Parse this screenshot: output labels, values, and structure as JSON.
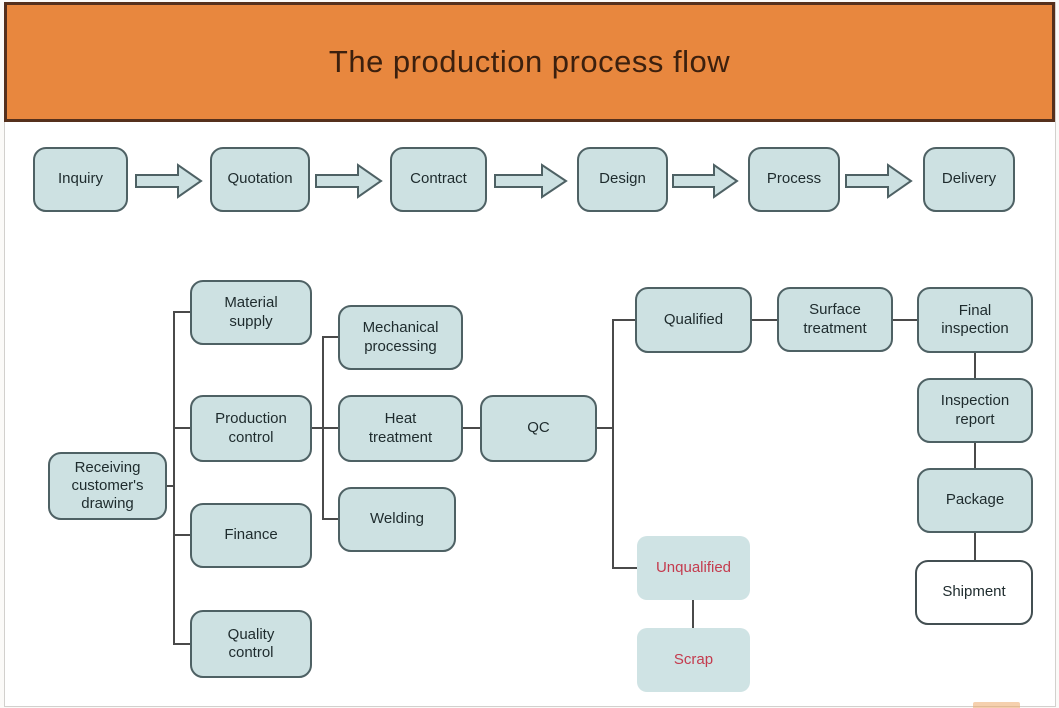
{
  "header": {
    "title": "The production process flow",
    "background": "#e8873e",
    "border_color": "#55301c",
    "text_color": "#3c200e"
  },
  "top_row": {
    "steps": [
      {
        "label": "Inquiry"
      },
      {
        "label": "Quotation"
      },
      {
        "label": "Contract"
      },
      {
        "label": "Design"
      },
      {
        "label": "Process"
      },
      {
        "label": "Delivery"
      }
    ],
    "arrow_fill": "#cde1e2",
    "arrow_border": "#4e6164"
  },
  "flowchart": {
    "node_fill": "#cde1e2",
    "node_border": "#4e6164",
    "text_color": "#1e2b2d",
    "alert_text_color": "#c43b4e",
    "white_node_fill": "#ffffff",
    "connector_color": "#4a4a4a",
    "nodes": {
      "receiving": {
        "label": "Receiving customer's drawing"
      },
      "material_supply": {
        "label": "Material supply"
      },
      "production_control": {
        "label": "Production control"
      },
      "finance": {
        "label": "Finance"
      },
      "quality_control": {
        "label": "Quality control"
      },
      "mechanical_processing": {
        "label": "Mechanical processing"
      },
      "heat_treatment": {
        "label": "Heat treatment"
      },
      "welding": {
        "label": "Welding"
      },
      "qc": {
        "label": "QC"
      },
      "qualified": {
        "label": "Qualified"
      },
      "surface_treatment": {
        "label": "Surface treatment"
      },
      "final_inspection": {
        "label": "Final inspection"
      },
      "inspection_report": {
        "label": "Inspection report"
      },
      "package": {
        "label": "Package"
      },
      "shipment": {
        "label": "Shipment"
      },
      "unqualified": {
        "label": "Unqualified"
      },
      "scrap": {
        "label": "Scrap"
      }
    }
  }
}
